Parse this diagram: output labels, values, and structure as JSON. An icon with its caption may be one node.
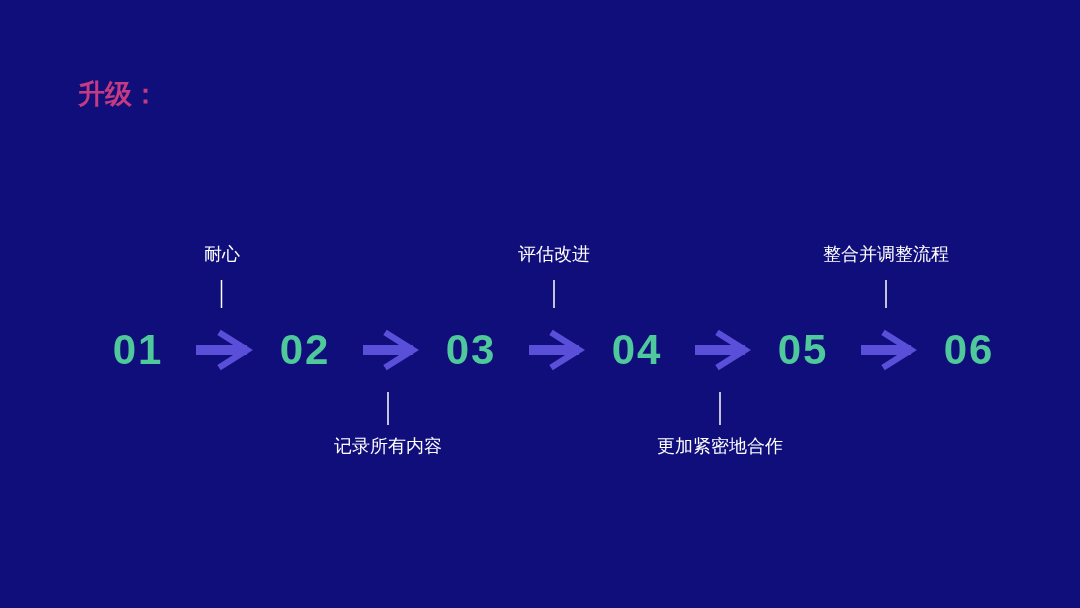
{
  "diagram": {
    "title": "升级：",
    "nodes": [
      {
        "text": [
          "01"
        ]
      },
      {
        "text": [
          "02"
        ]
      },
      {
        "text": [
          "03"
        ]
      },
      {
        "text": [
          "04"
        ]
      },
      {
        "text": [
          "05"
        ]
      },
      {
        "text": [
          "06"
        ]
      }
    ],
    "edges": [
      {
        "from": 0,
        "to": 1,
        "arrow": "to",
        "label": "耐心"
      },
      {
        "from": 1,
        "to": 2,
        "arrow": "to",
        "label": "记录所有内容"
      },
      {
        "from": 2,
        "to": 3,
        "arrow": "to",
        "label": "评估改进"
      },
      {
        "from": 3,
        "to": 4,
        "arrow": "to",
        "label": "更加紧密地合作"
      },
      {
        "from": 4,
        "to": 5,
        "arrow": "to",
        "label": "整合并调整流程"
      }
    ]
  }
}
